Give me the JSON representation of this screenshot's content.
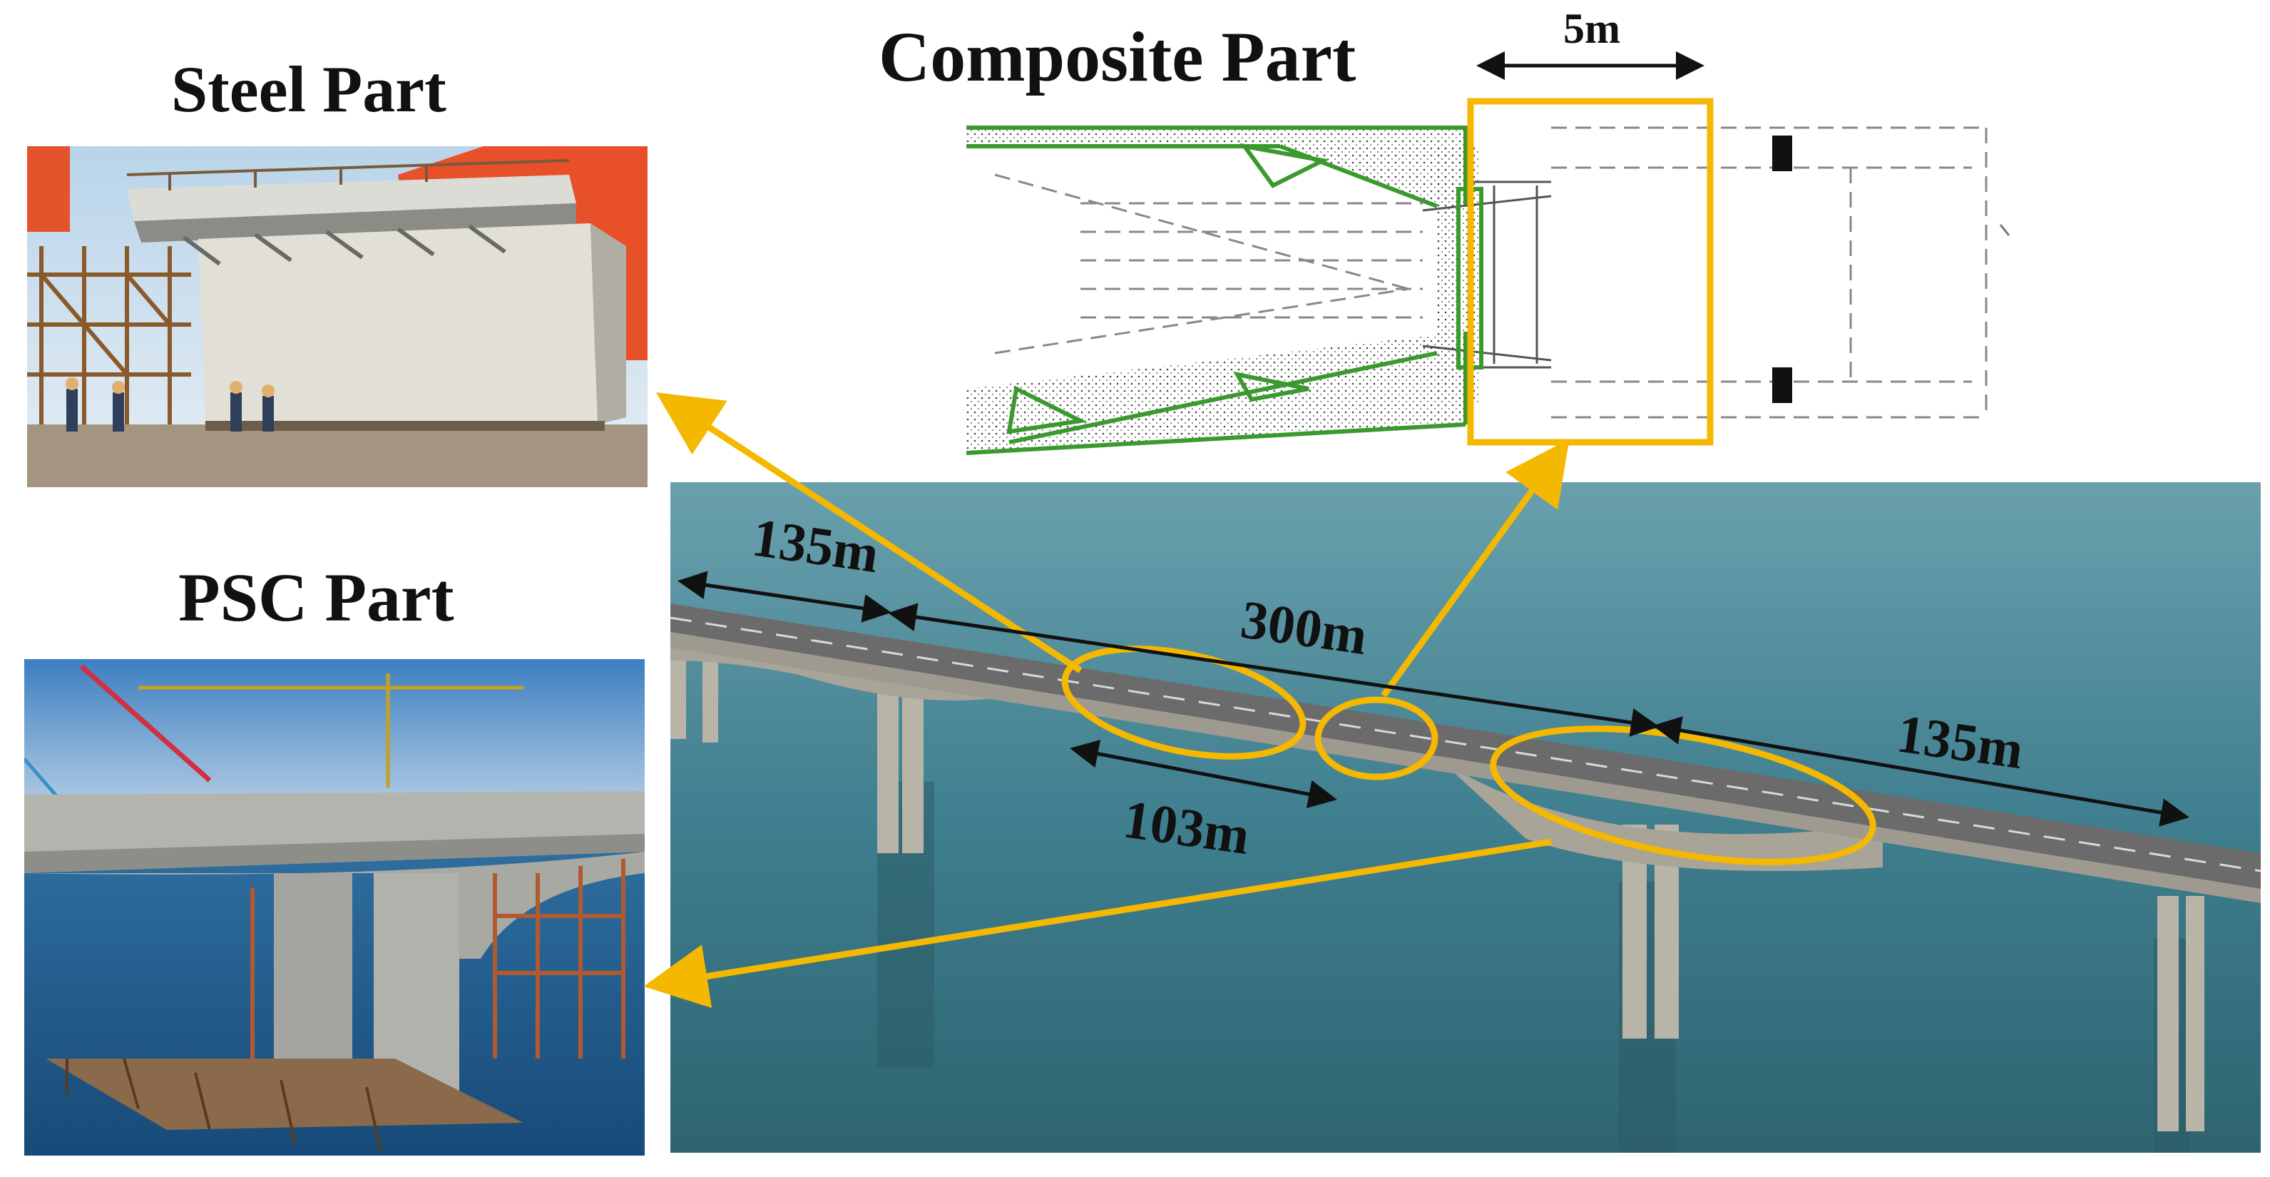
{
  "titles": {
    "steel": "Steel Part",
    "composite": "Composite Part",
    "psc": "PSC Part"
  },
  "dimensions": {
    "composite_width": "5m",
    "side_span_left": "135m",
    "main_span": "300m",
    "steel_segment": "103m",
    "side_span_right": "135m"
  },
  "colors": {
    "highlight": "#f5b800",
    "composite_outline": "#3a9a2e",
    "dimension_line": "#111111",
    "water": "#3f7f8f"
  }
}
